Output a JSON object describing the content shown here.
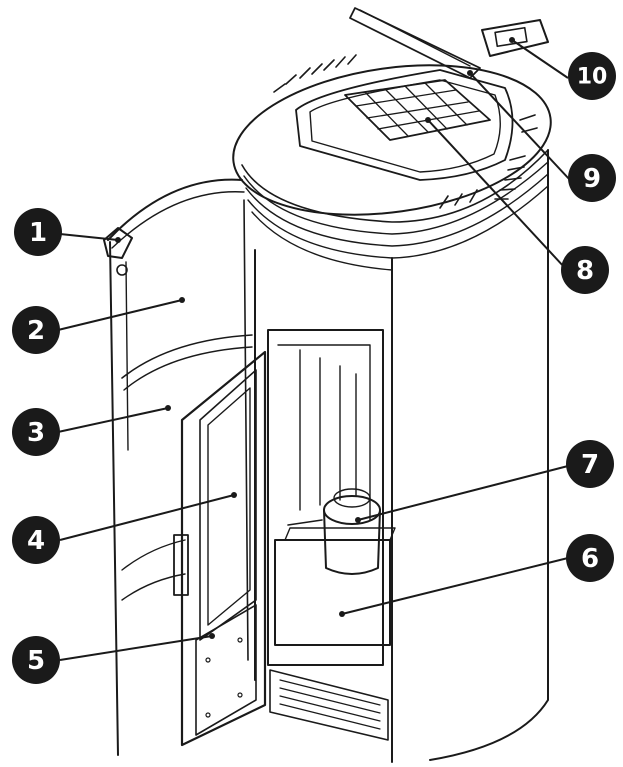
{
  "diagram": {
    "callouts": [
      {
        "id": "1",
        "label": "1"
      },
      {
        "id": "2",
        "label": "2"
      },
      {
        "id": "3",
        "label": "3"
      },
      {
        "id": "4",
        "label": "4"
      },
      {
        "id": "5",
        "label": "5"
      },
      {
        "id": "6",
        "label": "6"
      },
      {
        "id": "7",
        "label": "7"
      },
      {
        "id": "8",
        "label": "8"
      },
      {
        "id": "9",
        "label": "9"
      },
      {
        "id": "10",
        "label": "10"
      }
    ],
    "colors": {
      "line": "#1a1a1a",
      "badge": "#1a1a1a",
      "badge_text": "#ffffff",
      "background": "#ffffff"
    }
  }
}
